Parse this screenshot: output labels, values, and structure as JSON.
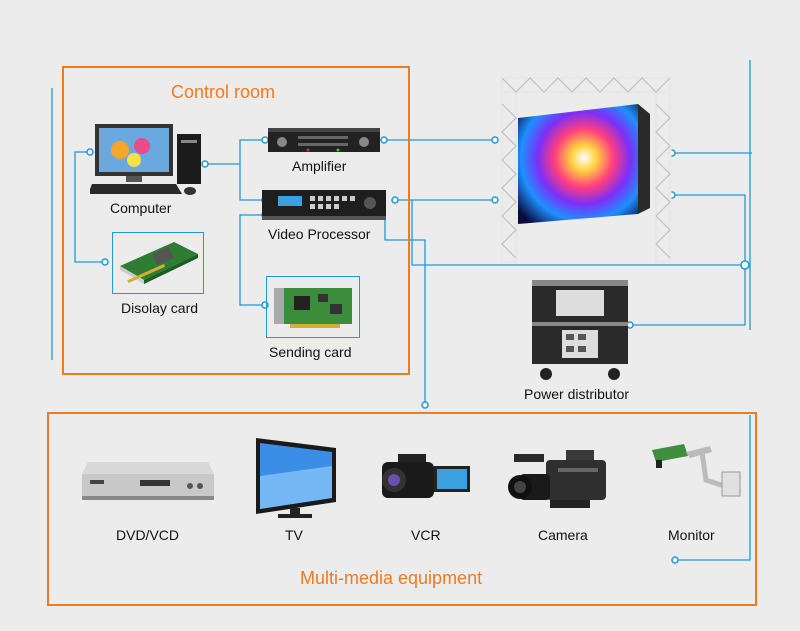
{
  "control_room": {
    "title": "Control room",
    "devices": {
      "computer": "Computer",
      "display_card": "Disolay card",
      "amplifier": "Amplifier",
      "video_processor": "Video Processor",
      "sending_card": "Sending card"
    }
  },
  "stage": {
    "power_distributor": "Power distributor"
  },
  "multimedia": {
    "title": "Multi-media equipment",
    "devices": [
      {
        "label": "DVD/VCD",
        "icon": "dvd-player-icon"
      },
      {
        "label": "TV",
        "icon": "tv-icon"
      },
      {
        "label": "VCR",
        "icon": "camcorder-icon"
      },
      {
        "label": "Camera",
        "icon": "pro-camera-icon"
      },
      {
        "label": "Monitor",
        "icon": "security-camera-icon"
      }
    ]
  },
  "colors": {
    "accent": "#f07a1e",
    "wire": "#1e9ad6",
    "background": "#ececec"
  }
}
